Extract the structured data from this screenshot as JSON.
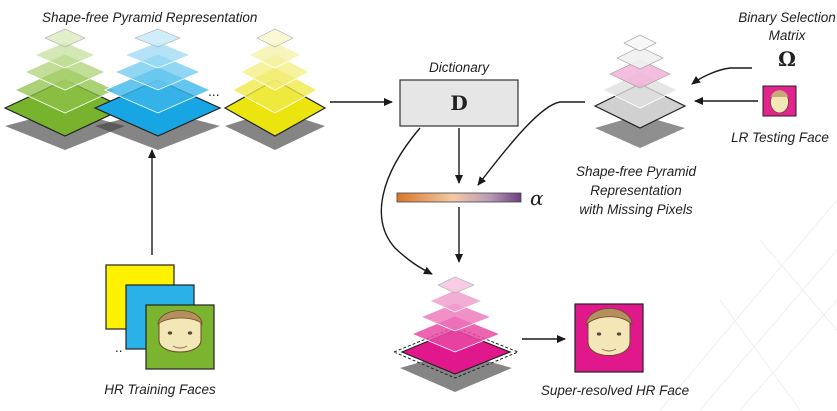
{
  "labels": {
    "shape_free_top": "Shape-free Pyramid Representation",
    "dictionary": "Dictionary",
    "dictionary_symbol": "D",
    "binary_selection_line1": "Binary Selection",
    "binary_selection_line2": "Matrix",
    "omega_symbol": "Ω",
    "lr_testing_face": "LR Testing Face",
    "shape_free_missing_line1": "Shape-free Pyramid",
    "shape_free_missing_line2": "Representation",
    "shape_free_missing_line3": "with Missing Pixels",
    "alpha_symbol": "α",
    "hr_training_faces": "HR Training Faces",
    "super_resolved": "Super-resolved HR Face",
    "ellipsis_pyramids": "...",
    "ellipsis_faces": ".."
  },
  "colors": {
    "green_base": "#78b32e",
    "blue_base": "#17a6e3",
    "yellow_base": "#ece40f",
    "gray_base": "#c8c8c8",
    "magenta_base": "#e1188c",
    "pink_light": "#f0a8d2",
    "yellow_card": "#fff200",
    "blue_card": "#2ab1e8",
    "green_card": "#7bb42f",
    "face_skin": "#f3e7b8",
    "lr_face_bg": "#e3248f",
    "dictionary_box": "#e6e6e6",
    "alpha_start": "#e08a2a",
    "alpha_end": "#7a4d8a"
  },
  "icons": {
    "training_face": "face-icon",
    "testing_face": "face-icon",
    "output_face": "face-icon"
  }
}
